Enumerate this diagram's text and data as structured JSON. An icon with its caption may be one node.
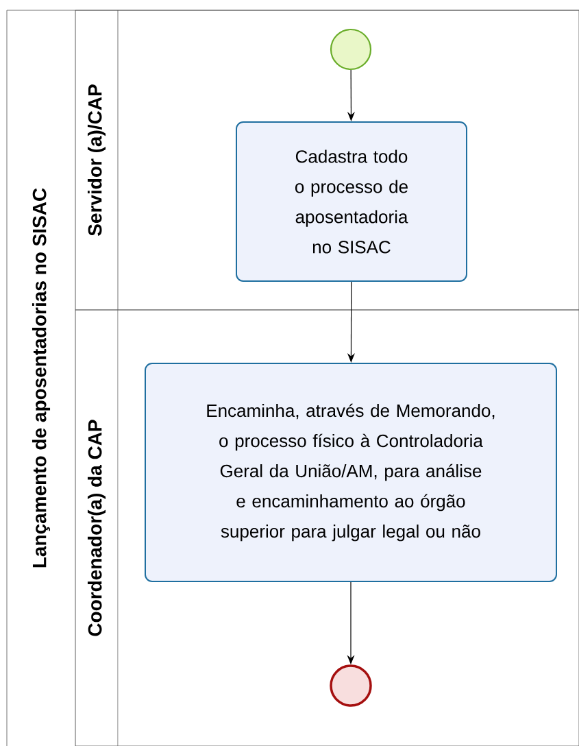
{
  "diagram": {
    "nodes": [
      {
        "text": [
          "Lançamento de aposentadorias no SISAC"
        ]
      },
      {
        "text": [
          "Servidor (a)/CAP"
        ],
        "in": 0
      },
      {
        "text": [
          "Coordenador(a) da CAP"
        ],
        "in": 0
      },
      {
        "text": [],
        "shape": "circle",
        "in": 1
      },
      {
        "text": [
          "Cadastra todo o processo de aposentadoria no SISAC"
        ],
        "in": 1
      },
      {
        "text": [
          "Encaminha, através de Memorando, o processo físico à Controladoria Geral da União/AM, para análise e encaminhamento ao órgão superior para julgar legal ou não"
        ],
        "in": 2
      },
      {
        "text": [],
        "shape": "circle",
        "in": 2
      }
    ],
    "edges": [
      {
        "from": 3,
        "to": 4,
        "arrow": "to"
      },
      {
        "from": 4,
        "to": 5,
        "arrow": "to"
      },
      {
        "from": 5,
        "to": 6,
        "arrow": "to"
      }
    ]
  }
}
